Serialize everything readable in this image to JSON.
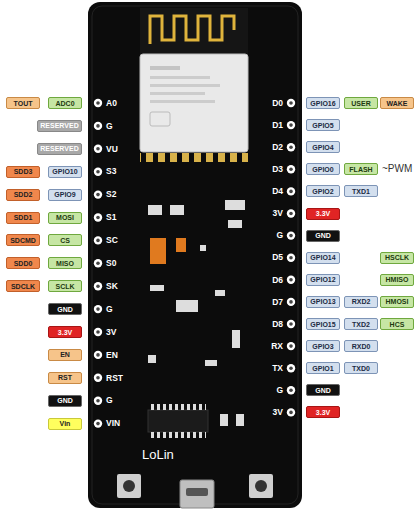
{
  "diagram": {
    "nodes": [
      {
        "text": [
          "TOUT"
        ]
      },
      {
        "text": [
          "ADC0"
        ]
      },
      {
        "text": [
          "RESERVED"
        ]
      },
      {
        "text": [
          "RESERVED"
        ]
      },
      {
        "text": [
          "SDD3"
        ]
      },
      {
        "text": [
          "GPIO10"
        ]
      },
      {
        "text": [
          "SDD2"
        ]
      },
      {
        "text": [
          "GPIO9"
        ]
      },
      {
        "text": [
          "SDD1"
        ]
      },
      {
        "text": [
          "MOSI"
        ]
      },
      {
        "text": [
          "SDCMD"
        ]
      },
      {
        "text": [
          "CS"
        ]
      },
      {
        "text": [
          "SDD0"
        ]
      },
      {
        "text": [
          "MISO"
        ]
      },
      {
        "text": [
          "SDCLK"
        ]
      },
      {
        "text": [
          "SCLK"
        ]
      },
      {
        "text": [
          "GND"
        ]
      },
      {
        "text": [
          "3.3V"
        ]
      },
      {
        "text": [
          "EN"
        ]
      },
      {
        "text": [
          "RST"
        ]
      },
      {
        "text": [
          "GND"
        ]
      },
      {
        "text": [
          "Vin"
        ]
      },
      {
        "text": [
          "GPIO16"
        ]
      },
      {
        "text": [
          "USER"
        ]
      },
      {
        "text": [
          "WAKE"
        ]
      },
      {
        "text": [
          "GPIO5"
        ]
      },
      {
        "text": [
          "GPIO4"
        ]
      },
      {
        "text": [
          "GPIO0"
        ]
      },
      {
        "text": [
          "FLASH"
        ]
      },
      {
        "text": [
          "GPIO2"
        ]
      },
      {
        "text": [
          "TXD1"
        ]
      },
      {
        "text": [
          "3.3V"
        ]
      },
      {
        "text": [
          "GND"
        ]
      },
      {
        "text": [
          "GPIO14"
        ]
      },
      {
        "text": [
          "HSCLK"
        ]
      },
      {
        "text": [
          "GPIO12"
        ]
      },
      {
        "text": [
          "HMISO"
        ]
      },
      {
        "text": [
          "GPIO13"
        ]
      },
      {
        "text": [
          "RXD2"
        ]
      },
      {
        "text": [
          "HMOSI"
        ]
      },
      {
        "text": [
          "GPIO15"
        ]
      },
      {
        "text": [
          "TXD2"
        ]
      },
      {
        "text": [
          "HCS"
        ]
      },
      {
        "text": [
          "GPIO3"
        ]
      },
      {
        "text": [
          "RXD0"
        ]
      },
      {
        "text": [
          "GPIO1"
        ]
      },
      {
        "text": [
          "TXD0"
        ]
      },
      {
        "text": [
          "GND"
        ]
      },
      {
        "text": [
          "3.3V"
        ]
      }
    ],
    "labels": [
      "A0",
      "G",
      "VU",
      "S3",
      "S2",
      "S1",
      "SC",
      "S0",
      "SK",
      "G",
      "3V",
      "EN",
      "RST",
      "G",
      "VIN",
      "D0",
      "D1",
      "D2",
      "D3",
      "D4",
      "3V",
      "G",
      "D5",
      "D6",
      "D7",
      "D8",
      "RX",
      "TX",
      "G",
      "3V",
      "~PWM",
      "LoLin"
    ]
  }
}
